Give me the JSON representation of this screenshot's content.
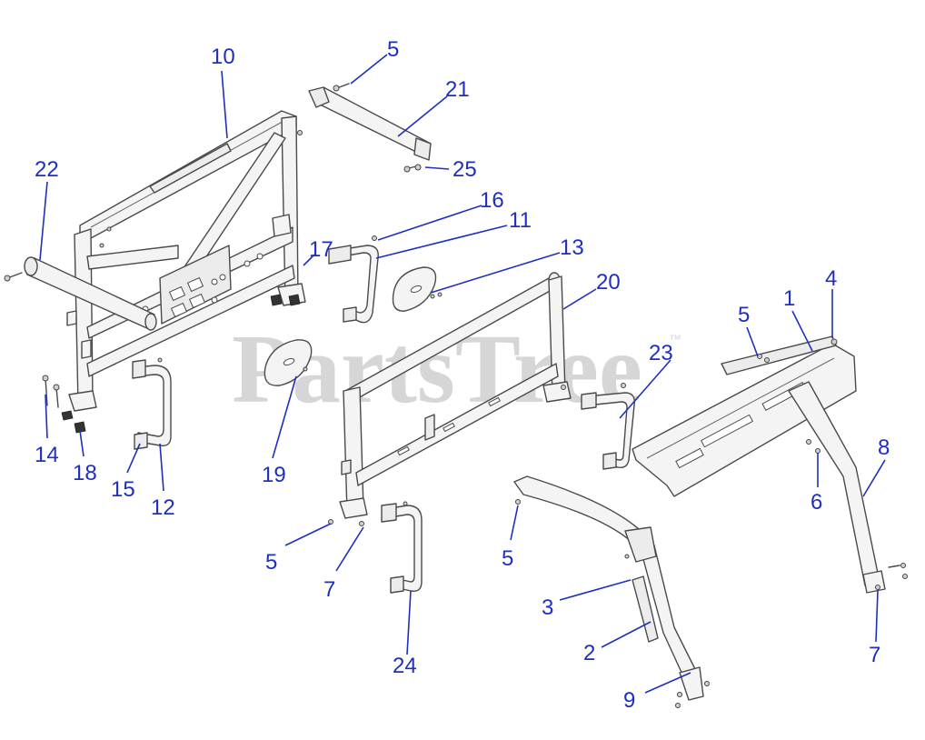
{
  "watermark": {
    "text": "PartsTree",
    "trademark": "™"
  },
  "callouts": [
    {
      "id": "c10a",
      "label": "10"
    },
    {
      "id": "c5a",
      "label": "5"
    },
    {
      "id": "c21",
      "label": "21"
    },
    {
      "id": "c22",
      "label": "22"
    },
    {
      "id": "c25",
      "label": "25"
    },
    {
      "id": "c16",
      "label": "16"
    },
    {
      "id": "c11",
      "label": "11"
    },
    {
      "id": "c17",
      "label": "17"
    },
    {
      "id": "c13",
      "label": "13"
    },
    {
      "id": "c20",
      "label": "20"
    },
    {
      "id": "c4",
      "label": "4"
    },
    {
      "id": "c1",
      "label": "1"
    },
    {
      "id": "c5b",
      "label": "5"
    },
    {
      "id": "c23",
      "label": "23"
    },
    {
      "id": "c14",
      "label": "14"
    },
    {
      "id": "c18",
      "label": "18"
    },
    {
      "id": "c15",
      "label": "15"
    },
    {
      "id": "c12",
      "label": "12"
    },
    {
      "id": "c19",
      "label": "19"
    },
    {
      "id": "c8",
      "label": "8"
    },
    {
      "id": "c6",
      "label": "6"
    },
    {
      "id": "c5c",
      "label": "5"
    },
    {
      "id": "c7a",
      "label": "7"
    },
    {
      "id": "c5d",
      "label": "5"
    },
    {
      "id": "c3",
      "label": "3"
    },
    {
      "id": "c2",
      "label": "2"
    },
    {
      "id": "c24",
      "label": "24"
    },
    {
      "id": "c9",
      "label": "9"
    },
    {
      "id": "c7b",
      "label": "7"
    }
  ],
  "colors": {
    "callout": "#1f2fbf",
    "watermark": "#d6d6d6",
    "line": "#4a4a4a"
  }
}
